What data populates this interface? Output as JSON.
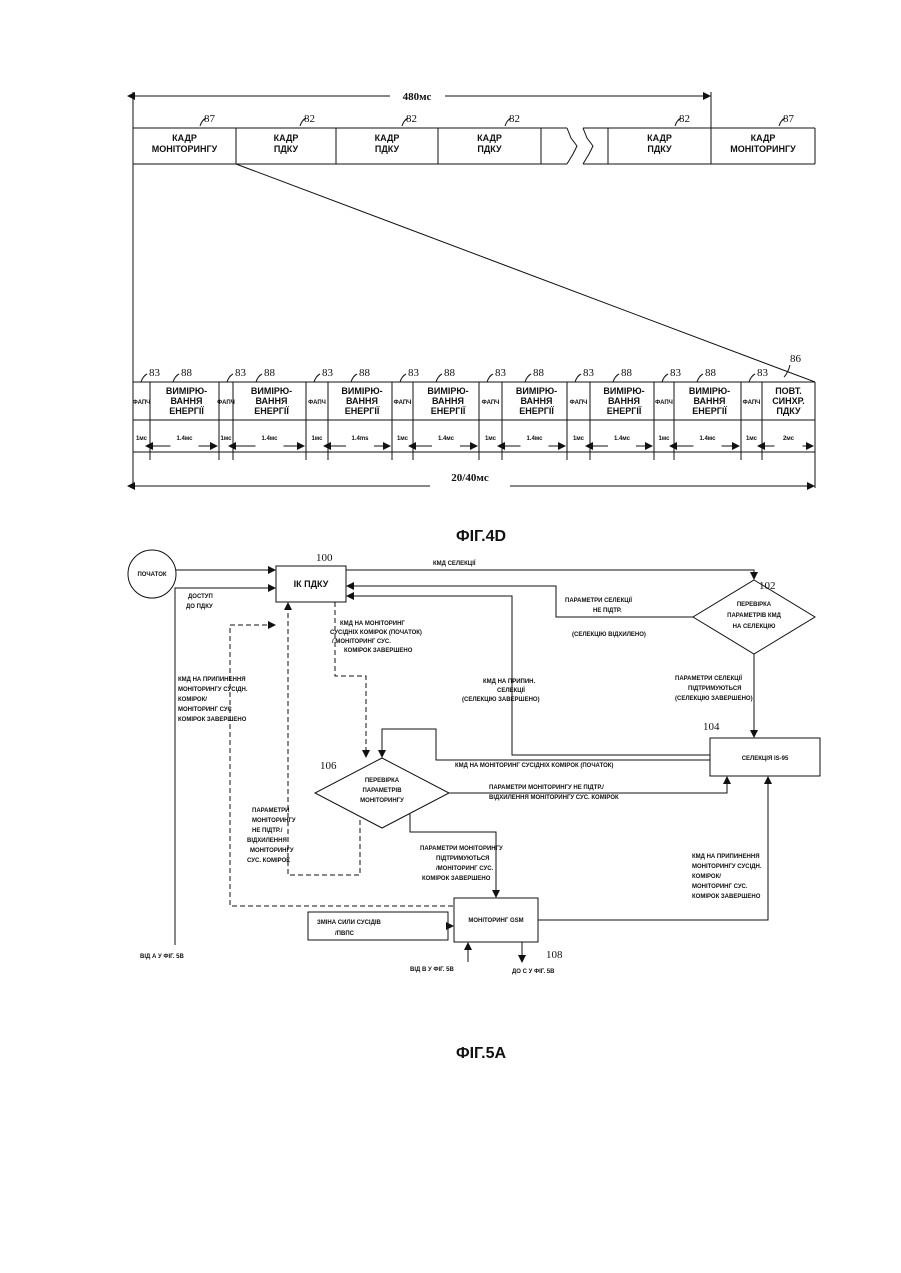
{
  "fig4d": {
    "total_label": "480мс",
    "top_frames": [
      {
        "ref": "87",
        "lines": [
          "КАДР",
          "МОНІТОРИНГУ"
        ]
      },
      {
        "ref": "82",
        "lines": [
          "КАДР",
          "ПДКУ"
        ]
      },
      {
        "ref": "82",
        "lines": [
          "КАДР",
          "ПДКУ"
        ]
      },
      {
        "ref": "82",
        "lines": [
          "КАДР",
          "ПДКУ"
        ]
      },
      {
        "ref": "82",
        "lines": [
          "КАДР",
          "ПДКУ"
        ]
      },
      {
        "ref": "87",
        "lines": [
          "КАДР",
          "МОНІТОРИНГУ"
        ]
      }
    ],
    "slot_refs": [
      "83",
      "88"
    ],
    "fapch_label": "ФАПЧ",
    "measure_lines": [
      "ВИМІРЮ-",
      "ВАННЯ",
      "ЕНЕРГІЇ"
    ],
    "resync_ref": "86",
    "resync_lines": [
      "ПОВТ.",
      "СИНХР.",
      "ПДКУ"
    ],
    "slot_durations": [
      "1мс",
      "1.4мс",
      "1мс",
      "1.4мс",
      "1мс",
      "1.4ms",
      "1мс",
      "1.4мс",
      "1мс",
      "1.4мс",
      "1мс",
      "1.4мс",
      "1мс",
      "1.4мс",
      "1мс",
      "2мс"
    ],
    "bottom_label": "20/40мс",
    "caption": "ФІГ.4D"
  },
  "fig5a": {
    "start": "ПОЧАТОК",
    "ik_pdku": {
      "ref": "100",
      "label": "ІК ПДКУ"
    },
    "check_selection": {
      "ref": "102",
      "lines": [
        "ПЕРЕВІРКА",
        "ПАРАМЕТРІВ КМД",
        "НА СЕЛЕКЦІЮ"
      ]
    },
    "selection_is95": {
      "ref": "104",
      "label": "СЕЛЕКЦІЯ IS-95"
    },
    "check_monitoring": {
      "ref": "106",
      "lines": [
        "ПЕРЕВІРКА",
        "ПАРАМЕТРІВ",
        "МОНІТОРИНГУ"
      ]
    },
    "monitoring_gsm": {
      "ref": "108",
      "label": "МОНІТОРИНГ GSM"
    },
    "neighbor_box": {
      "lines": [
        "ЗМІНА СИЛИ СУСІДІВ",
        "/ПВПС"
      ]
    },
    "labels": {
      "cmd_selection": "КМД   СЕЛЕКЦІЇ",
      "access_pdku": [
        "ДОСТУП",
        "ДО ПДКУ"
      ],
      "sel_not_supported": [
        "ПАРАМЕТРИ СЕЛЕКЦІЇ",
        "НЕ ПІДТР."
      ],
      "sel_rejected": "(СЕЛЕКЦІЮ ВІДХИЛЕНО)",
      "cmd_monitoring_start": [
        "КМД НА МОНІТОРИНГ",
        "СУСІДНІХ КОМІРОК (ПОЧАТОК)",
        "/ МОНІТОРИНГ СУС.",
        "КОМІРОК ЗАВЕРШЕНО"
      ],
      "cmd_stop_selection": [
        "КМД НА ПРИПИН.",
        "СЕЛЕКЦІЇ",
        "(СЕЛЕКЦІЮ ЗАВЕРШЕНО)"
      ],
      "sel_supported": [
        "ПАРАМЕТРИ СЕЛЕКЦІЇ",
        "ПІДТРИМУЮТЬСЯ",
        "(СЕЛЕКЦІЮ ЗАВЕРШЕНО)"
      ],
      "cmd_stop_monitoring_left": [
        "КМД НА ПРИПИНЕННЯ",
        "МОНІТОРИНГУ СУСІДН.",
        "КОМІРОК/",
        "МОНІТОРИНГ СУС",
        "КОМІРОК ЗАВЕРШЕНО"
      ],
      "cmd_monitoring_neighbors": "КМД НА МОНІТОРИНГ СУСІДНІХ КОМІРОК (ПОЧАТОК)",
      "mon_not_supported_right": [
        "ПАРАМЕТРИ МОНІТОРИНГУ НЕ ПІДТР./",
        "ВІДХИЛЕННЯ МОНІТОРИНГУ СУС. КОМІРОК"
      ],
      "mon_not_supported_left": [
        "ПАРАМЕТРИ",
        "МОНІТОРИНГУ",
        "НЕ ПІДТР./",
        "ВІДХИЛЕННЯ",
        "МОНІТОРИНГУ",
        "СУС. КОМІРОК"
      ],
      "mon_supported": [
        "ПАРАМЕТРИ МОНІТОРИНГУ",
        "ПІДТРИМУЮТЬСЯ",
        "/МОНІТОРИНГ СУС.",
        "КОМІРОК ЗАВЕРШЕНО"
      ],
      "cmd_stop_monitoring_right": [
        "КМД НА ПРИПИНЕННЯ",
        "МОНІТОРИНГУ СУСІДН.",
        "КОМІРОК/",
        "МОНІТОРИНГ СУС.",
        "КОМІРОК ЗАВЕРШЕНО"
      ],
      "from_a": "ВІД А У ФІГ. 5В",
      "from_b": "ВІД В У ФІГ. 5В",
      "to_c": "ДО С У ФІГ. 5В"
    },
    "caption": "ФІГ.5А"
  }
}
